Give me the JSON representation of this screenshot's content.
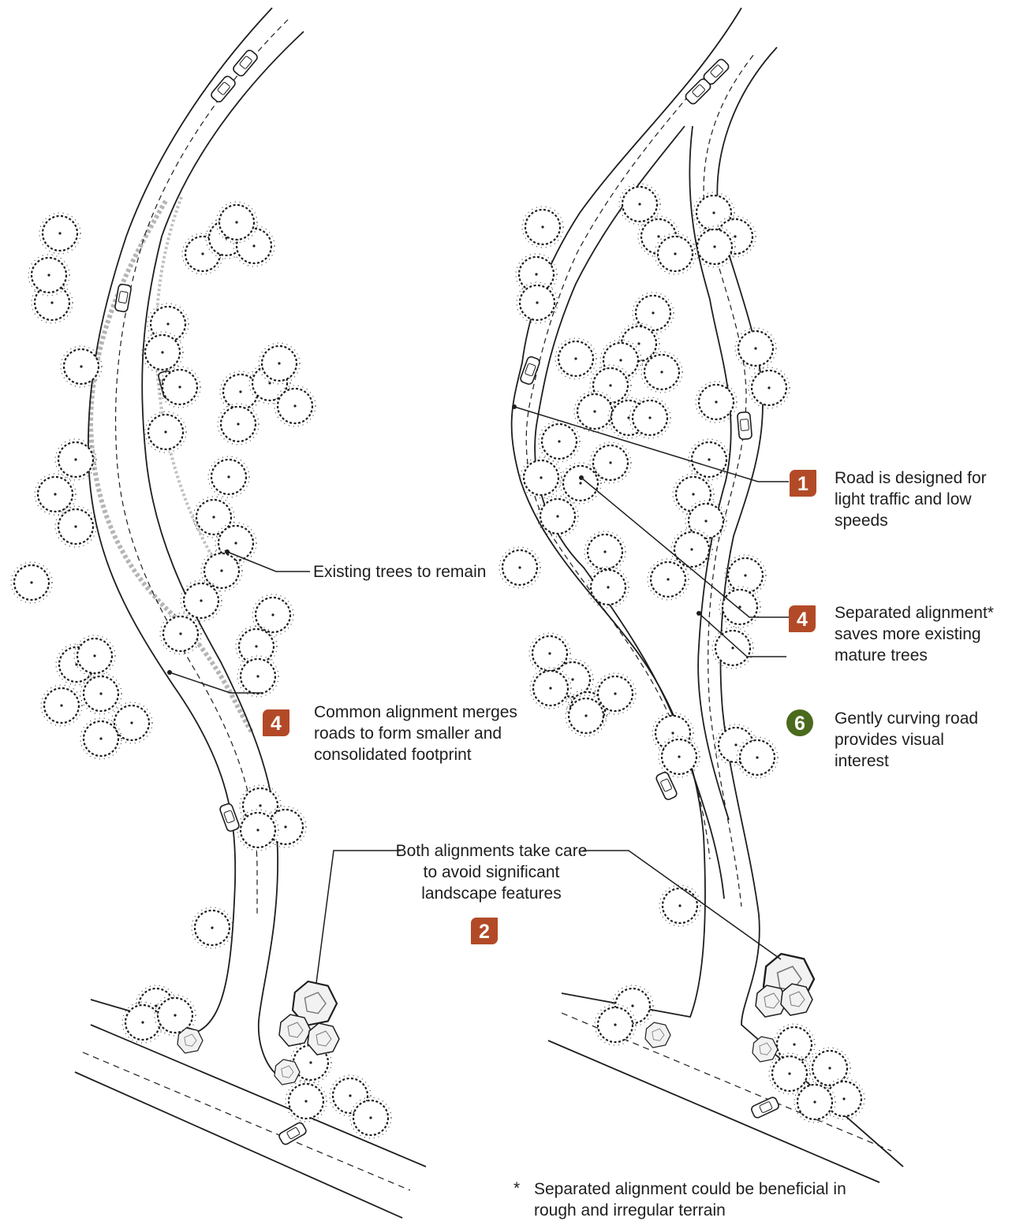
{
  "colors": {
    "badge": "#b24a27",
    "badge_alt": "#4a6a1d",
    "ink": "#1e1e1e",
    "ghost": "#b5b5b5"
  },
  "callouts": {
    "existing_trees": "Existing trees to remain",
    "common_alignment": "Common alignment merges roads to form smaller and consolidated footprint",
    "both_alignments": "Both alignments take care to avoid significant landscape features",
    "road_designed": "Road is designed for light traffic and low speeds",
    "separated_alignment": "Separated alignment* saves more existing mature trees",
    "gently_curving": "Gently curving road provides visual interest"
  },
  "badges": {
    "b1": "1",
    "b2": "2",
    "b4": "4",
    "b6": "6"
  },
  "footnote": {
    "marker": "*",
    "text": "Separated alignment could be beneficial in rough and irregular terrain"
  },
  "icons": [
    "tree-icon",
    "car-icon",
    "boulder-icon"
  ]
}
